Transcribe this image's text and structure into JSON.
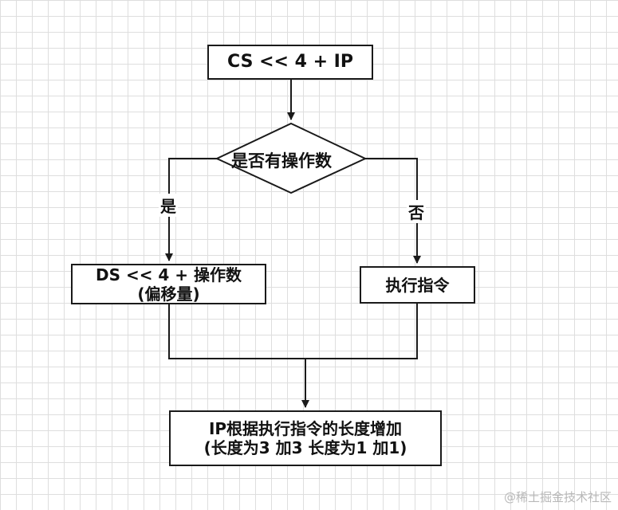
{
  "nodes": {
    "start": "CS << 4 + IP",
    "decision": "是否有操作数",
    "yes_box": {
      "line1": "DS << 4 + 操作数",
      "line2": "(偏移量)"
    },
    "no_box": "执行指令",
    "end_box": {
      "line1": "IP根据执行指令的长度增加",
      "line2": "(长度为3 加3 长度为1 加1)"
    }
  },
  "edges": {
    "yes": "是",
    "no": "否"
  },
  "watermark": "@稀土掘金技术社区",
  "colors": {
    "stroke": "#1a1a1a",
    "grid": "#dedede"
  }
}
